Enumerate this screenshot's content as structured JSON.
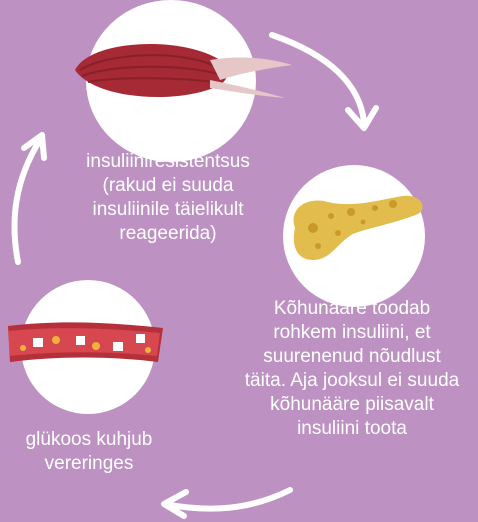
{
  "colors": {
    "background": "#bd92c3",
    "circle": "#ffffff",
    "text": "#ffffff",
    "muscle": "#a52a35",
    "pancreas": "#e2bd4e",
    "vessel": "#b5303a"
  },
  "steps": [
    {
      "id": "insulin-resistance",
      "icon": "muscle-icon",
      "label": "insuliiniresistentsus\n(rakud ei suuda\ninsuliinile täielikult\nreageerida)"
    },
    {
      "id": "pancreas-more-insulin",
      "icon": "pancreas-icon",
      "label": "Kõhunääre toodab\nrohkem insuliini, et\nsuurenenud nõudlust\ntäita. Aja jooksul ei suuda\nkõhunääre piisavalt\ninsuliini toota"
    },
    {
      "id": "glucose-in-blood",
      "icon": "blood-vessel-icon",
      "label": "glükoos kuhjub\nvereringes"
    }
  ]
}
